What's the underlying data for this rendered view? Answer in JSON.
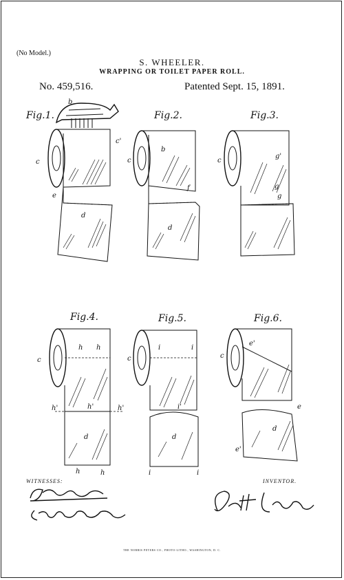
{
  "header": {
    "model_note": "(No Model.)",
    "inventor": "S. WHEELER.",
    "title": "WRAPPING OR TOILET PAPER ROLL.",
    "patent_number": "No. 459,516.",
    "patent_date": "Patented Sept. 15, 1891."
  },
  "figures": [
    {
      "label": "Fig.1."
    },
    {
      "label": "Fig.2."
    },
    {
      "label": "Fig.3."
    },
    {
      "label": "Fig.4."
    },
    {
      "label": "Fig.5."
    },
    {
      "label": "Fig.6."
    }
  ],
  "ref_letters": {
    "fig1": [
      "b",
      "c",
      "c'",
      "e",
      "d"
    ],
    "fig2": [
      "c",
      "b",
      "f",
      "d"
    ],
    "fig3": [
      "c",
      "g'",
      "g",
      "g"
    ],
    "fig4": [
      "c",
      "h",
      "h",
      "h'",
      "h'",
      "h'",
      "d",
      "h",
      "h"
    ],
    "fig5": [
      "c",
      "i",
      "i",
      "i'",
      "d",
      "i",
      "i"
    ],
    "fig6": [
      "c",
      "e'",
      "e",
      "d",
      "e'"
    ]
  },
  "footer": {
    "witnesses_label": "WITNESSES:",
    "inventor_label": "INVENTOR.",
    "printer_line": "THE NORRIS PETERS CO., PHOTO-LITHO., WASHINGTON, D. C."
  }
}
